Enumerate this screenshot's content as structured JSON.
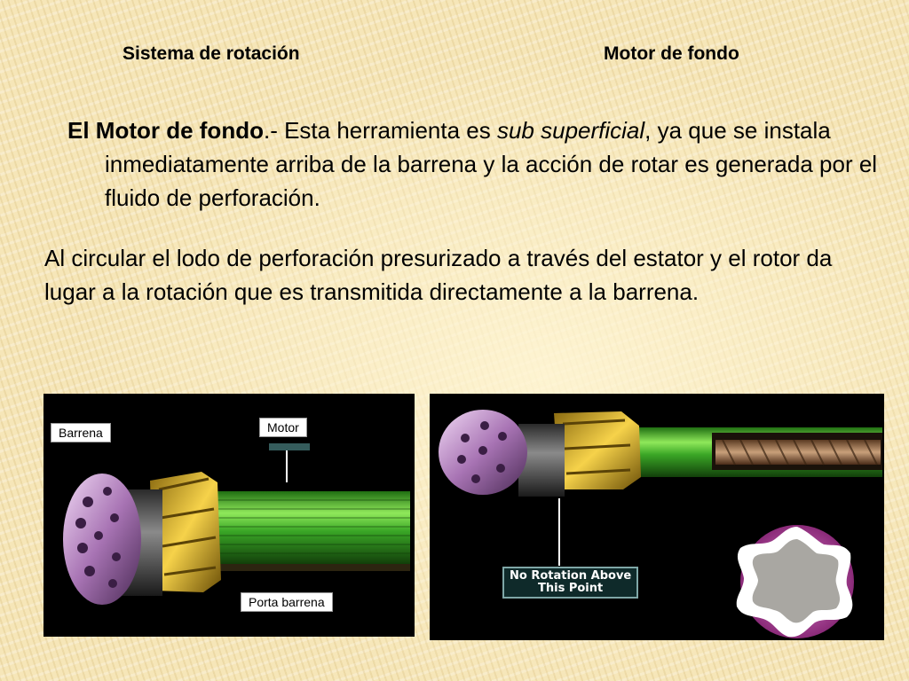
{
  "headings": {
    "left": "Sistema de rotación",
    "right": "Motor de fondo"
  },
  "paragraph1": {
    "bold": "El Motor de fondo",
    "text_a": ".- Esta herramienta es ",
    "italic": "sub superficial",
    "text_b": ", ya que se instala inmediatamente arriba de la barrena y  la acción de rotar es generada por el fluido de perforación."
  },
  "paragraph2": "Al circular el lodo de perforación presurizado a través del estator y el rotor da lugar a la rotación que es transmitida directamente a la barrena.",
  "left_image": {
    "labels": {
      "barrena": "Barrena",
      "motor": "Motor",
      "porta_barrena": "Porta barrena"
    }
  },
  "right_image": {
    "callout_line1": "No Rotation Above",
    "callout_line2": "This Point"
  }
}
